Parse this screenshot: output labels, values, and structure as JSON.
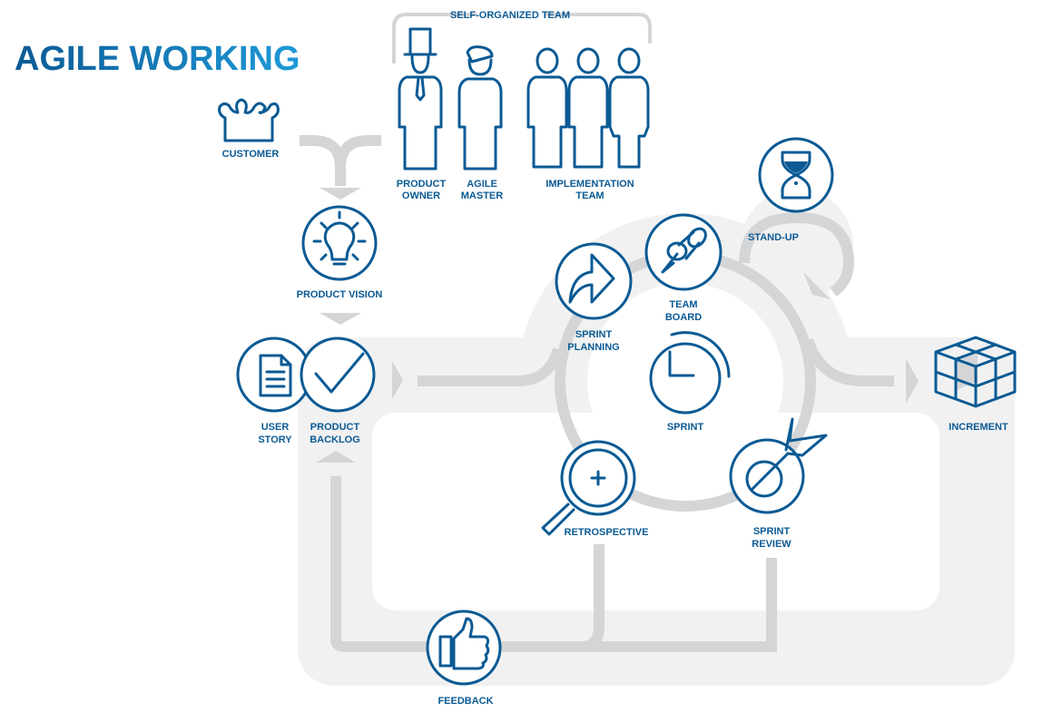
{
  "title": "AGILE WORKING",
  "colors": {
    "primary": "#0b5a94",
    "accent": "#1e95d4",
    "path": "#d4d5d7",
    "background": "#f1f1f2"
  },
  "team": {
    "heading": "SELF-ORGANIZED TEAM",
    "product_owner": [
      "PRODUCT",
      "OWNER"
    ],
    "agile_master": [
      "AGILE",
      "MASTER"
    ],
    "implementation_team": [
      "IMPLEMENTATION",
      "TEAM"
    ]
  },
  "nodes": {
    "customer": "CUSTOMER",
    "product_vision": "PRODUCT VISION",
    "user_story": [
      "USER",
      "STORY"
    ],
    "product_backlog": [
      "PRODUCT",
      "BACKLOG"
    ],
    "sprint_planning": [
      "SPRINT",
      "PLANNING"
    ],
    "team_board": [
      "TEAM",
      "BOARD"
    ],
    "sprint": "SPRINT",
    "stand_up": "STAND-UP",
    "retrospective": "RETROSPECTIVE",
    "sprint_review": [
      "SPRINT",
      "REVIEW"
    ],
    "increment": "INCREMENT",
    "feedback": "FEEDBACK"
  }
}
